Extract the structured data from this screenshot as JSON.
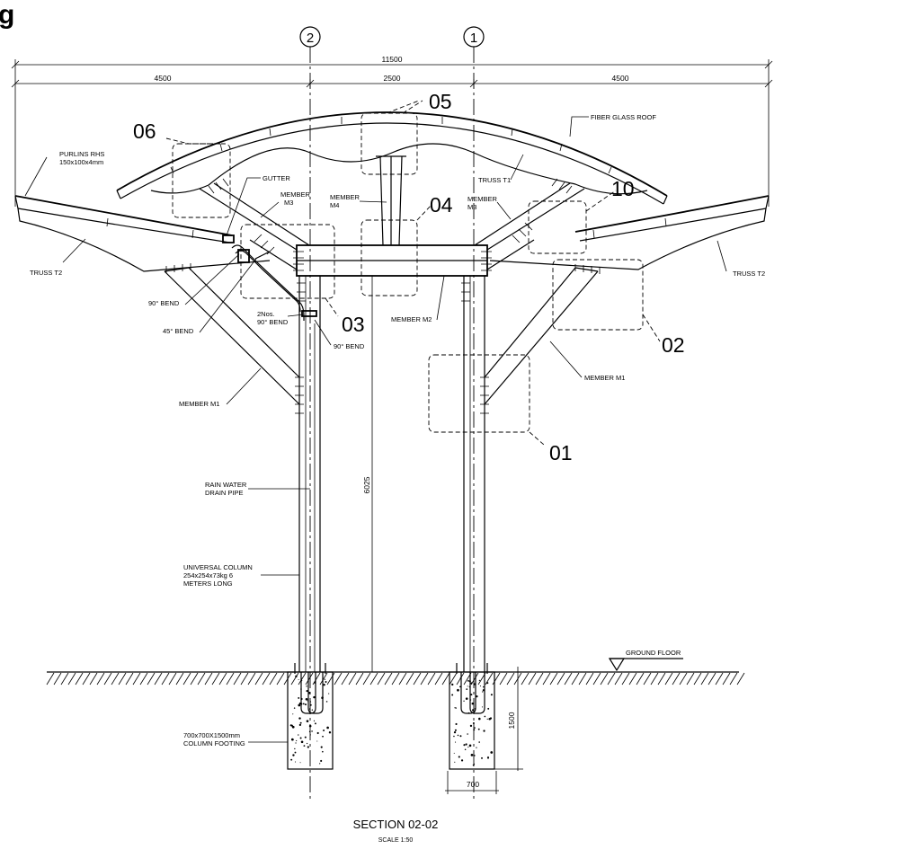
{
  "drawing": {
    "title": "SECTION 02-02",
    "scale": "SCALE 1:50",
    "corner_mark": "g"
  },
  "grid_bubbles": [
    "2",
    "1"
  ],
  "dimensions": {
    "overall": "11500",
    "left": "4500",
    "middle": "2500",
    "right": "4500",
    "height": "6025",
    "footing_depth": "1500",
    "footing_width": "700"
  },
  "callouts": [
    "05",
    "06",
    "04",
    "10",
    "03",
    "02",
    "01"
  ],
  "labels": {
    "fiber_glass_roof": "FIBER GLASS ROOF",
    "purlins_1": "PURLINS RHS",
    "purlins_2": "150x100x4mm",
    "gutter": "GUTTER",
    "member_m3_left_1": "MEMBER",
    "member_m3_left_2": "M3",
    "member_m4_1": "MEMBER",
    "member_m4_2": "M4",
    "member_m3_right_1": "MEMBER",
    "member_m3_right_2": "M3",
    "truss_t1": "TRUSS T1",
    "truss_t2_left": "TRUSS T2",
    "truss_t2_right": "TRUSS T2",
    "bend_90": "90° BEND",
    "bend_45": "45° BEND",
    "bend_2nos_1": "2Nos.",
    "bend_2nos_2": "90° BEND",
    "bend_90_b": "90° BEND",
    "member_m2": "MEMBER M2",
    "member_m1_left": "MEMBER M1",
    "member_m1_right": "MEMBER M1",
    "rain_water_1": "RAIN WATER",
    "rain_water_2": "DRAIN PIPE",
    "column_1": "UNIVERSAL COLUMN",
    "column_2": "254x254x73kg 6",
    "column_3": "METERS LONG",
    "ground_floor": "GROUND FLOOR",
    "footing_1": "700x700X1500mm",
    "footing_2": "COLUMN FOOTING"
  }
}
